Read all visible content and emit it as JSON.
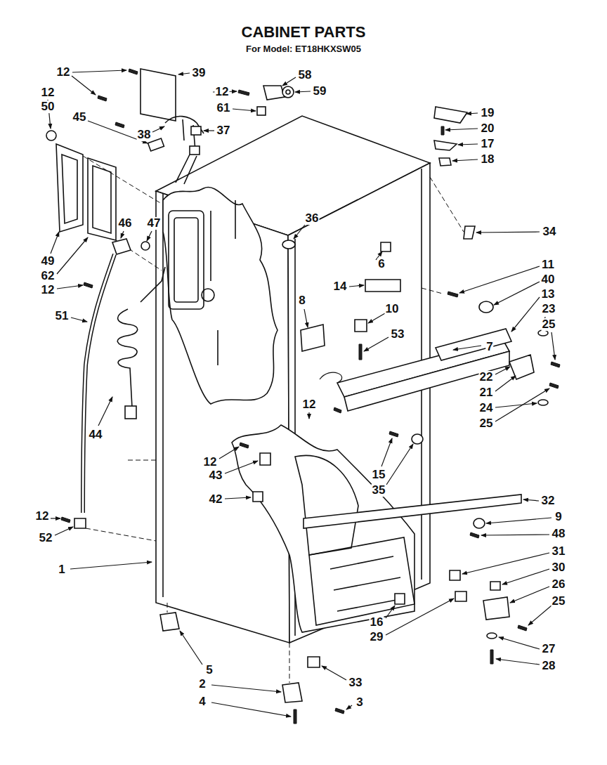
{
  "diagram": {
    "title": "CABINET PARTS",
    "labels": [
      "For Model: ET18HKXSW05",
      "12",
      "39",
      "12",
      "50",
      "12",
      "58",
      "59",
      "61",
      "45",
      "38",
      "37",
      "19",
      "20",
      "17",
      "18",
      "36",
      "34",
      "46",
      "47",
      "49",
      "62",
      "12",
      "6",
      "11",
      "40",
      "13",
      "14",
      "8",
      "10",
      "53",
      "23",
      "25",
      "7",
      "51",
      "22",
      "21",
      "24",
      "25",
      "44",
      "12",
      "15",
      "35",
      "12",
      "43",
      "42",
      "32",
      "9",
      "48",
      "31",
      "30",
      "26",
      "25",
      "12",
      "52",
      "1",
      "16",
      "29",
      "27",
      "28",
      "5",
      "33",
      "2",
      "4",
      "3"
    ]
  }
}
